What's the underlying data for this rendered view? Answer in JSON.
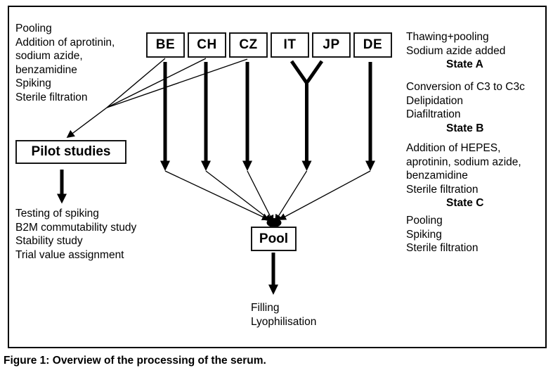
{
  "colors": {
    "ink": "#000000",
    "paper": "#ffffff"
  },
  "caption": "Figure 1: Overview of the processing of the serum.",
  "sources": {
    "labels": [
      "BE",
      "CH",
      "CZ",
      "IT",
      "JP",
      "DE"
    ]
  },
  "pre_pool_steps": [
    "Pooling",
    "Addition of aprotinin,",
    "sodium azide,",
    "benzamidine",
    "Spiking",
    "Sterile filtration"
  ],
  "pilot": {
    "box_label": "Pilot studies",
    "steps": [
      "Testing of spiking",
      "B2M commutability study",
      "Stability study",
      "Trial value assignment"
    ]
  },
  "pool": {
    "box_label": "Pool",
    "output_steps": [
      "Filling",
      "Lyophilisation"
    ]
  },
  "states": {
    "a": {
      "lines": [
        "Thawing+pooling",
        "Sodium azide added"
      ],
      "label": "State A"
    },
    "b": {
      "lines": [
        "Conversion of C3 to C3c",
        "Delipidation",
        "Diafiltration"
      ],
      "label": "State B"
    },
    "c": {
      "lines": [
        "Addition of HEPES,",
        "aprotinin, sodium azide,",
        "benzamidine",
        "Sterile filtration"
      ],
      "label": "State C"
    },
    "final": {
      "lines": [
        "Pooling",
        "Spiking",
        "Sterile filtration"
      ]
    }
  }
}
